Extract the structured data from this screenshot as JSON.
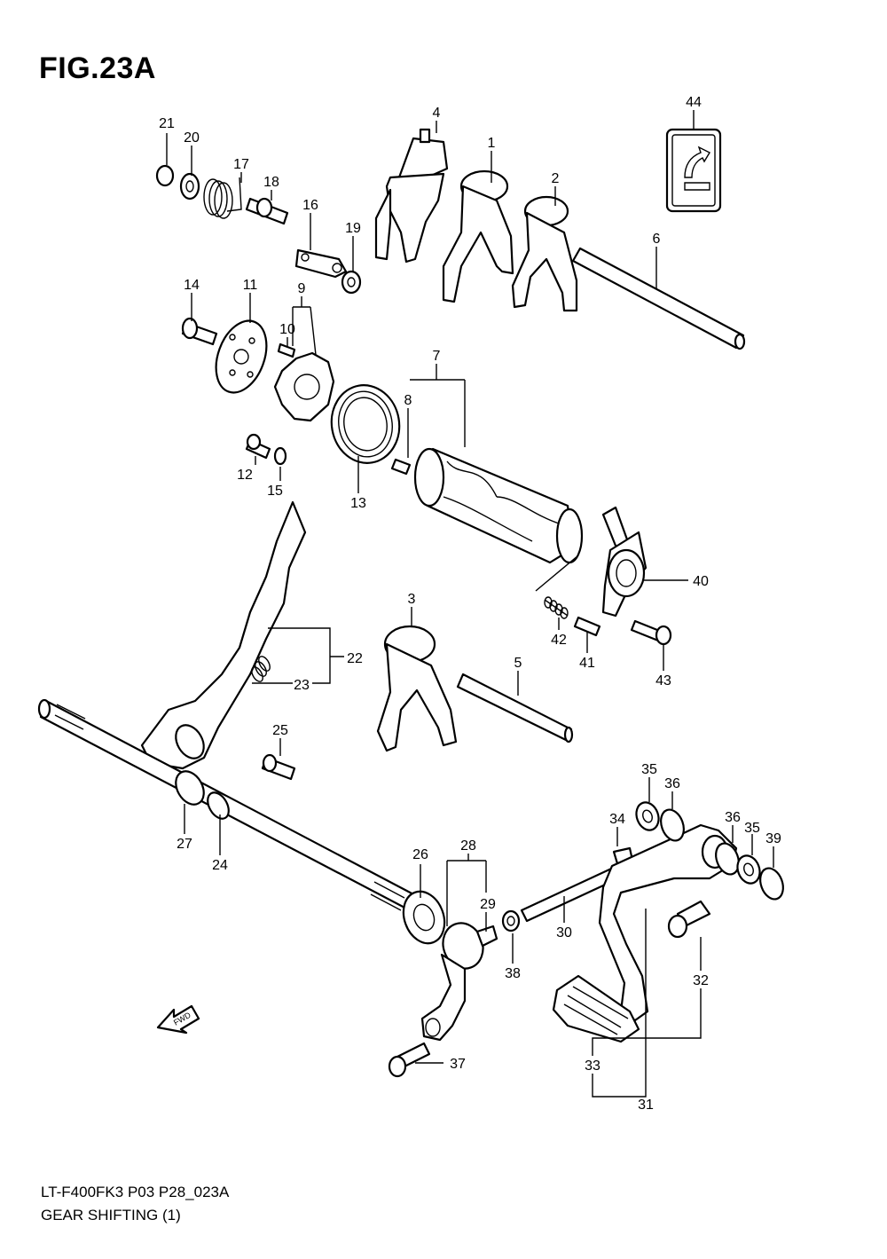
{
  "figure": {
    "title": "FIG.23A",
    "model_code": "LT-F400FK3 P03 P28_023A",
    "section_name": "GEAR SHIFTING (1)",
    "fwd_label": "FWD"
  },
  "callouts": [
    "1",
    "2",
    "3",
    "4",
    "5",
    "6",
    "7",
    "8",
    "9",
    "10",
    "11",
    "12",
    "13",
    "14",
    "15",
    "16",
    "17",
    "18",
    "19",
    "20",
    "21",
    "22",
    "23",
    "24",
    "25",
    "26",
    "27",
    "28",
    "29",
    "30",
    "31",
    "32",
    "33",
    "34",
    "35",
    "36",
    "37",
    "38",
    "39",
    "40",
    "41",
    "42",
    "43",
    "44"
  ]
}
